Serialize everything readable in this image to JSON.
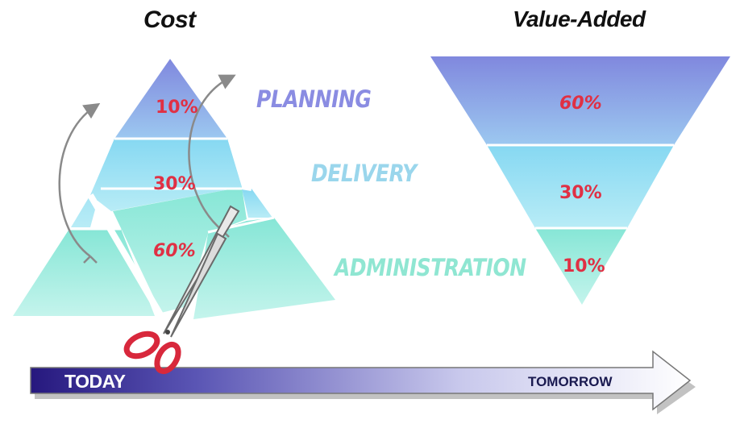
{
  "titles": {
    "cost": "Cost",
    "value_added": "Value-Added"
  },
  "layers": [
    {
      "label": "PLANNING"
    },
    {
      "label": "DELIVERY"
    },
    {
      "label": "ADMINISTRATION"
    }
  ],
  "cost_pyramid": {
    "percentages": [
      "10%",
      "30%",
      "60%"
    ]
  },
  "value_pyramid": {
    "percentages": [
      "60%",
      "30%",
      "10%"
    ]
  },
  "timeline": {
    "start": "TODAY",
    "end": "TOMORROW"
  },
  "icons": [
    "scissors-icon",
    "curved-arrow-icon"
  ],
  "colors": {
    "top_layer": "#8f94e6",
    "middle_layer": "#7ed4ee",
    "bottom_layer": "#7ee6d6",
    "percent_text": "#e03044",
    "arrow_start": "#2a1f86",
    "arrow_end": "#ffffff",
    "scissors_handle": "#d8283c"
  }
}
